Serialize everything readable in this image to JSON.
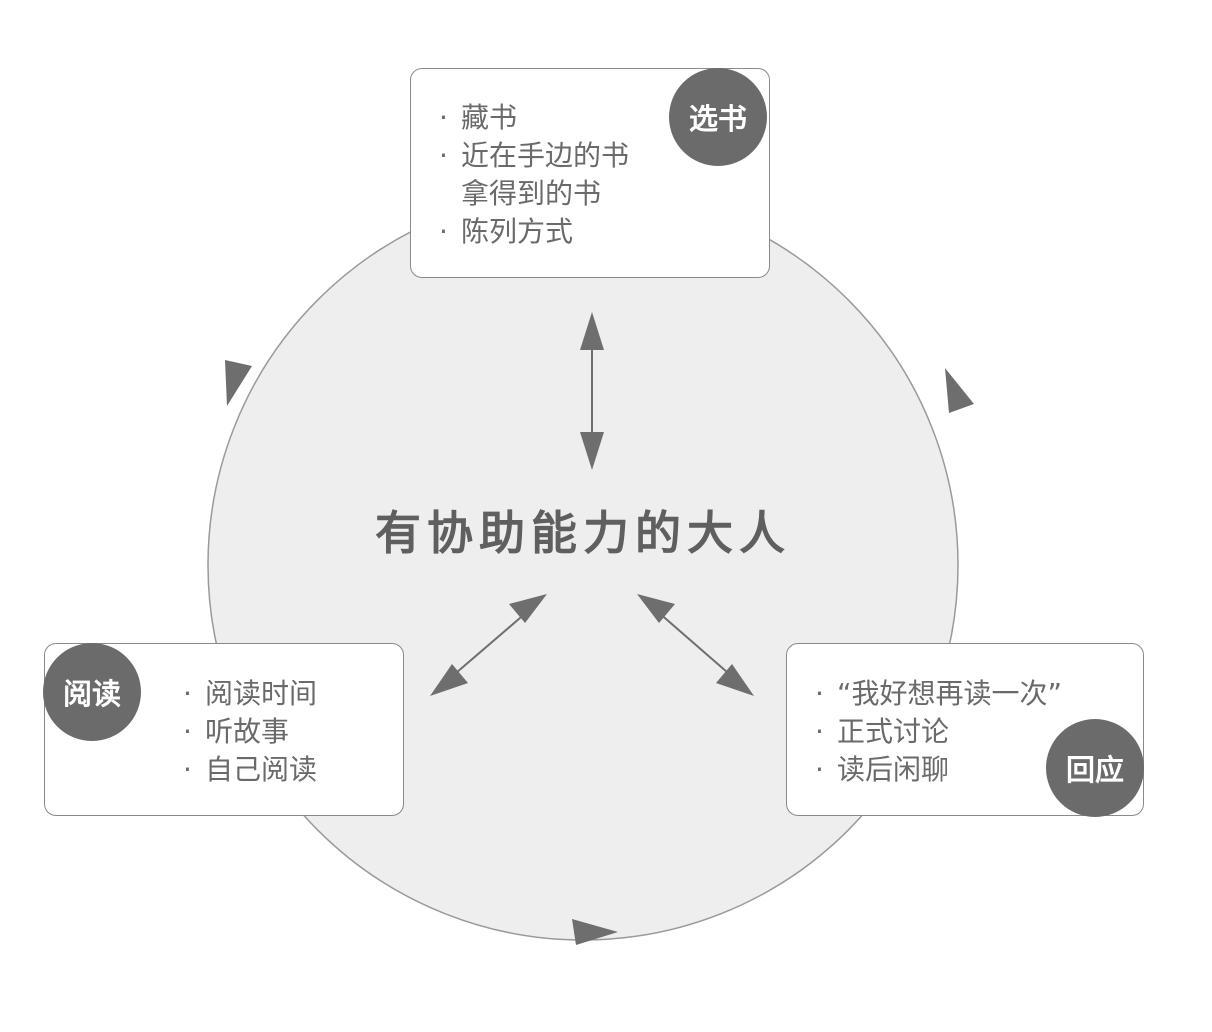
{
  "center_label": "有协助能力的大人",
  "stages": {
    "select": {
      "title": "选书",
      "items": [
        "藏书",
        "近在手边的书",
        "拿得到的书",
        "陈列方式"
      ]
    },
    "read": {
      "title": "阅读",
      "items": [
        "阅读时间",
        "听故事",
        "自己阅读"
      ]
    },
    "respond": {
      "title": "回应",
      "items": [
        "“我好想再读一次”",
        "正式讨论",
        "读后闲聊"
      ]
    }
  },
  "colors": {
    "circle_fill": "#eeeeee",
    "circle_stroke": "#9a9a9a",
    "badge": "#6b6b6b",
    "arrow": "#6e6e6e",
    "text": "#6a6a6a"
  }
}
